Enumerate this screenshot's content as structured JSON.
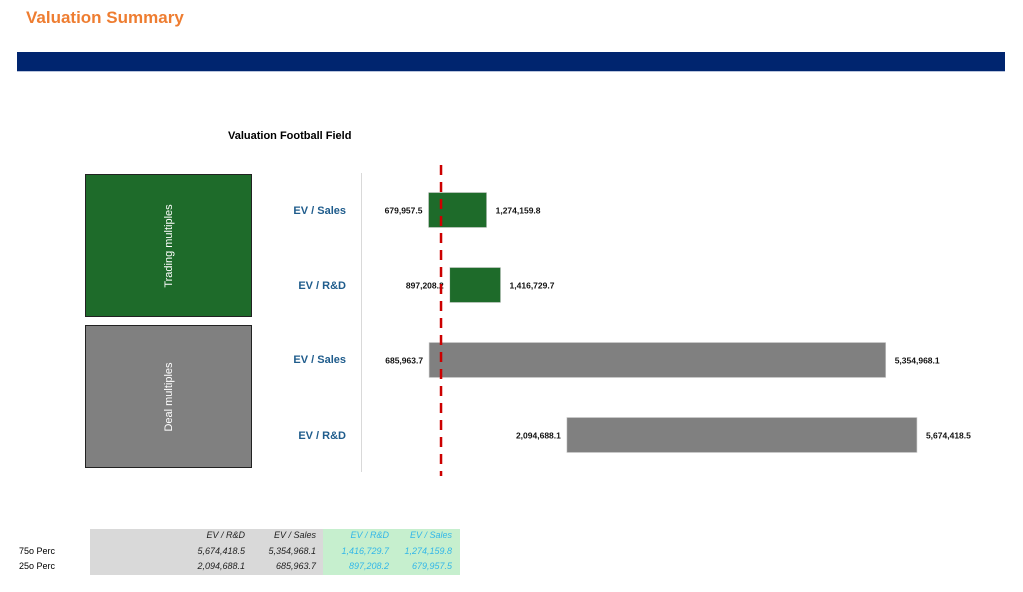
{
  "page": {
    "title": "Valuation Summary",
    "colors": {
      "title": "#ee7d31",
      "band": "#00256f",
      "trading": "#1e6b2a",
      "deal": "#808080",
      "reference_line": "#cc0000",
      "category_label": "#1f5c8c",
      "table_highlight_text": "#33b7e8"
    }
  },
  "chart_data": {
    "type": "bar",
    "subtype": "floating-range (football field)",
    "title": "Valuation Football Field",
    "groups": [
      {
        "name": "Trading multiples",
        "color": "#1e6b2a"
      },
      {
        "name": "Deal multiples",
        "color": "#808080"
      }
    ],
    "series": [
      {
        "group": "Trading multiples",
        "category": "EV / Sales",
        "low": 679957.5,
        "high": 1274159.8,
        "low_label": "679,957.5",
        "high_label": "1,274,159.8"
      },
      {
        "group": "Trading multiples",
        "category": "EV / R&D",
        "low": 897208.2,
        "high": 1416729.7,
        "low_label": "897,208.2",
        "high_label": "1,416,729.7"
      },
      {
        "group": "Deal multiples",
        "category": "EV / Sales",
        "low": 685963.7,
        "high": 5354968.1,
        "low_label": "685,963.7",
        "high_label": "5,354,968.1"
      },
      {
        "group": "Deal multiples",
        "category": "EV / R&D",
        "low": 2094688.1,
        "high": 5674418.5,
        "low_label": "2,094,688.1",
        "high_label": "5,674,418.5"
      }
    ],
    "reference_line": {
      "style": "dashed",
      "color": "#cc0000",
      "value": 808000
    },
    "xlim": [
      0,
      6800000
    ],
    "grid": false,
    "legend": "none"
  },
  "table": {
    "headers": [
      "EV / R&D",
      "EV / Sales",
      "EV / R&D",
      "EV / Sales"
    ],
    "rows": [
      {
        "label": "75o Perc",
        "values": [
          "5,674,418.5",
          "5,354,968.1",
          "1,416,729.7",
          "1,274,159.8"
        ]
      },
      {
        "label": "25o Perc",
        "values": [
          "2,094,688.1",
          "685,963.7",
          "897,208.2",
          "679,957.5"
        ]
      }
    ]
  }
}
